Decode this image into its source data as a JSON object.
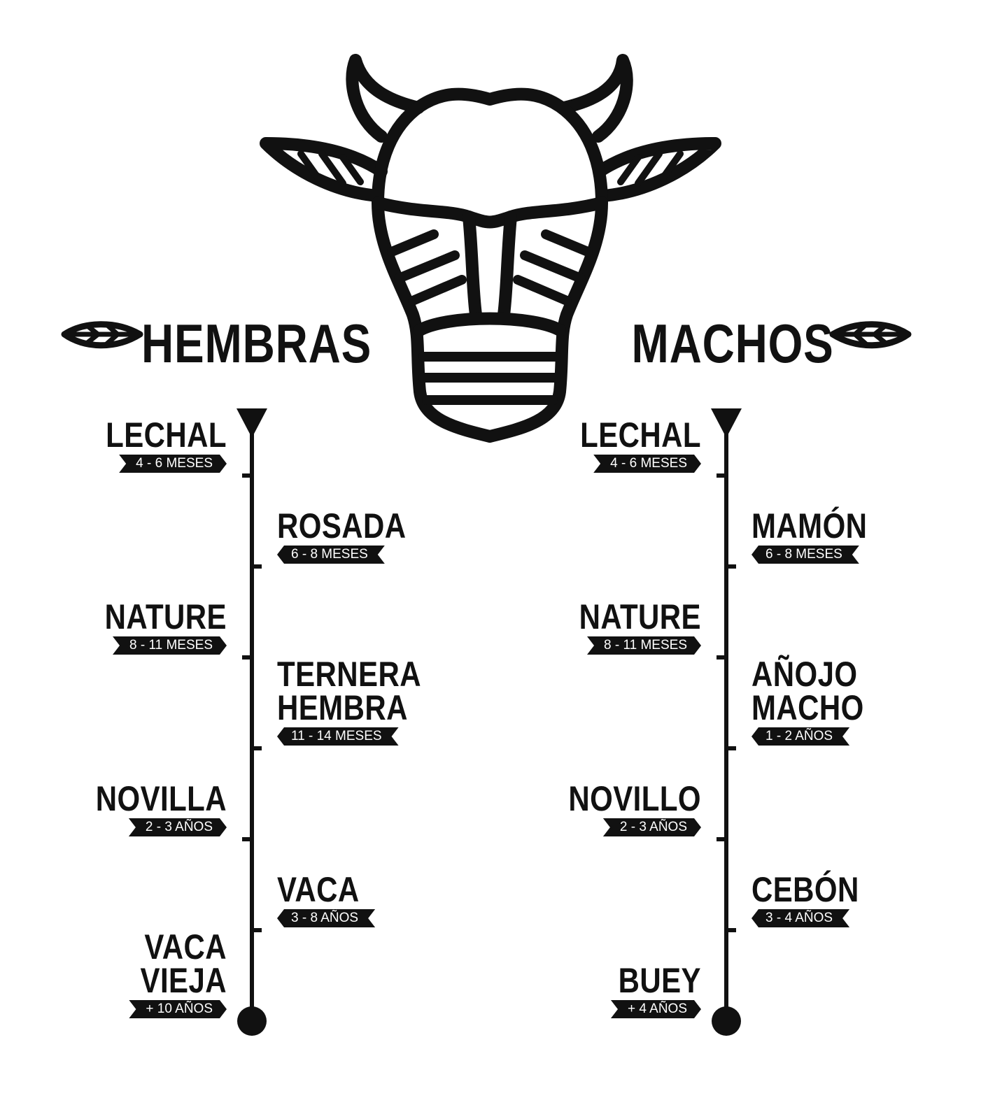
{
  "headings": {
    "left": "HEMBRAS",
    "right": "MACHOS"
  },
  "icons": {
    "center": "cow-head-icon",
    "left": "leaf-icon",
    "right": "leaf-icon",
    "timeline_start": "triangle-down-icon",
    "timeline_end": "dot-icon"
  },
  "colors": {
    "ink": "#111111",
    "background": "#ffffff"
  },
  "females": [
    {
      "name": "LECHAL",
      "age": "4 - 6 MESES"
    },
    {
      "name": "ROSADA",
      "age": "6 - 8 MESES"
    },
    {
      "name": "NATURE",
      "age": "8 - 11 MESES"
    },
    {
      "name": "TERNERA\nHEMBRA",
      "age": "11 - 14 MESES"
    },
    {
      "name": "NOVILLA",
      "age": "2 - 3 AÑOS"
    },
    {
      "name": "VACA",
      "age": "3 - 8 AÑOS"
    },
    {
      "name": "VACA\nVIEJA",
      "age": "+ 10 AÑOS"
    }
  ],
  "males": [
    {
      "name": "LECHAL",
      "age": "4 - 6 MESES"
    },
    {
      "name": "MAMÓN",
      "age": "6 - 8 MESES"
    },
    {
      "name": "NATURE",
      "age": "8 - 11 MESES"
    },
    {
      "name": "AÑOJO\nMACHO",
      "age": "1 - 2 AÑOS"
    },
    {
      "name": "NOVILLO",
      "age": "2 - 3 AÑOS"
    },
    {
      "name": "CEBÓN",
      "age": "3 - 4 AÑOS"
    },
    {
      "name": "BUEY",
      "age": "+ 4 AÑOS"
    }
  ]
}
